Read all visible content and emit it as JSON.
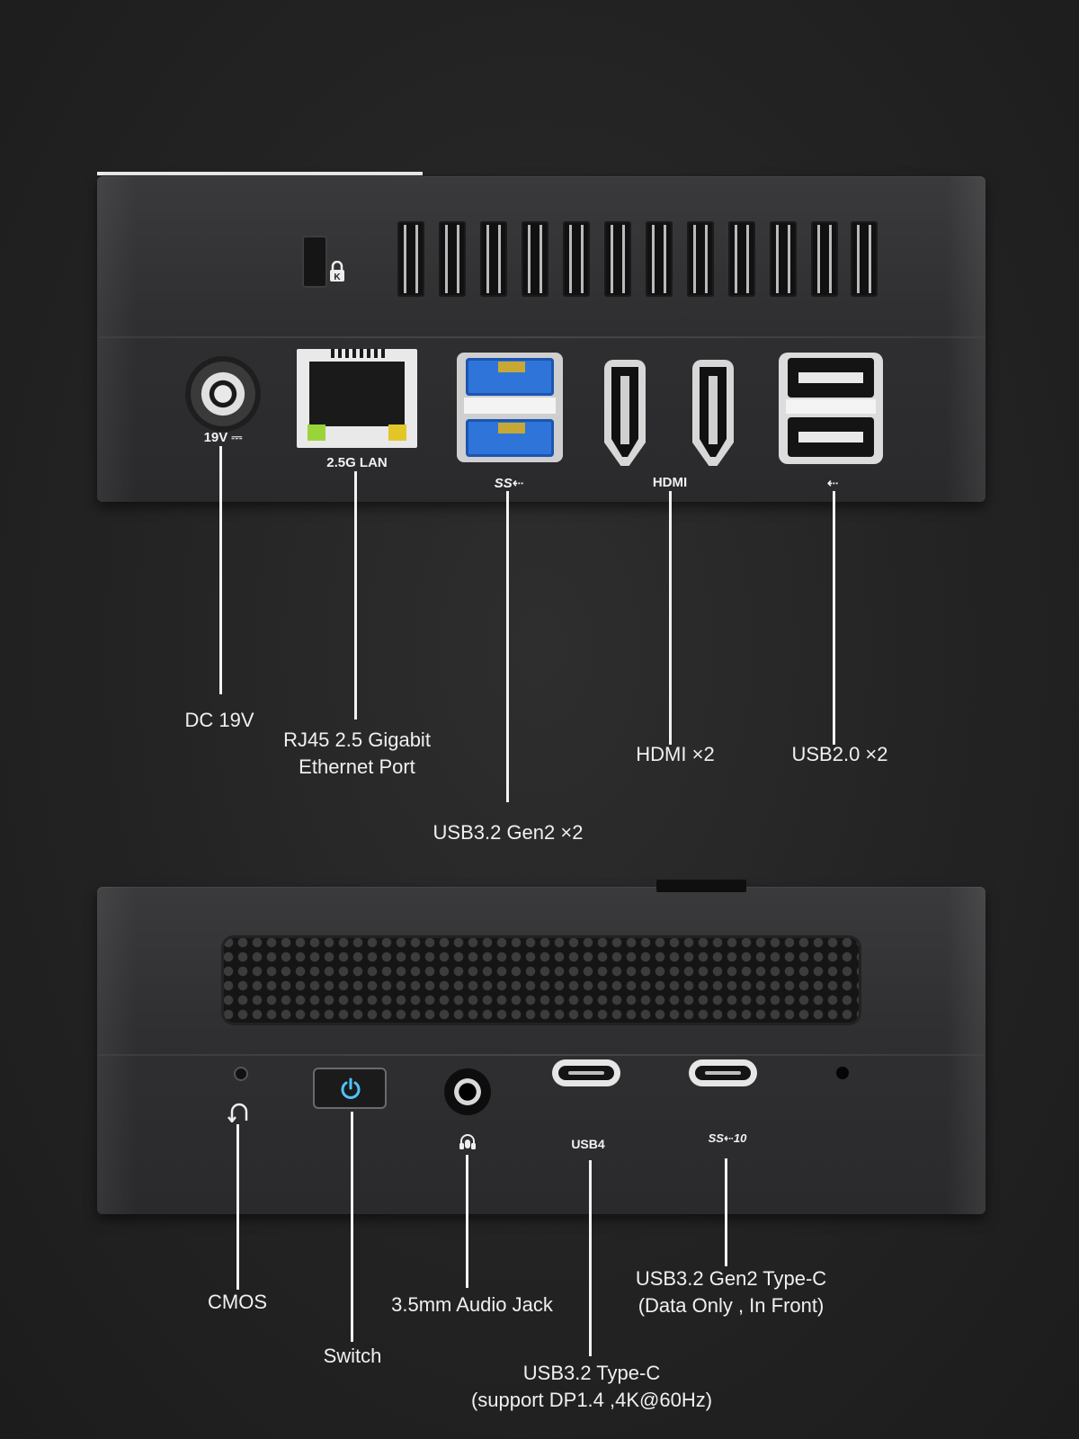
{
  "back_panel": {
    "port_labels": {
      "dc": "19V ⎓",
      "lan": "2.5G LAN",
      "usb3_logo": "SS⇠",
      "hdmi": "HDMI",
      "usb2_logo": "⇠"
    },
    "callouts": {
      "dc": "DC 19V",
      "lan": "RJ45 2.5 Gigabit\nEthernet Port",
      "usb32": "USB3.2 Gen2 ×2",
      "hdmi": "HDMI ×2",
      "usb2": "USB2.0 ×2"
    }
  },
  "front_panel": {
    "port_labels": {
      "usb4": "USB4",
      "ss10_logo": "SS⇠10"
    },
    "callouts": {
      "cmos": "CMOS",
      "switch": "Switch",
      "audio": "3.5mm Audio Jack",
      "usb32_typec_gen2": "USB3.2 Gen2 Type-C\n(Data Only , In Front)",
      "usb32_typec": "USB3.2 Type-C\n(support DP1.4 ,4K@60Hz)"
    }
  },
  "icons": [
    "kensington-lock-icon",
    "power-icon",
    "headset-icon",
    "cmos-reset-icon",
    "usb-icon"
  ]
}
